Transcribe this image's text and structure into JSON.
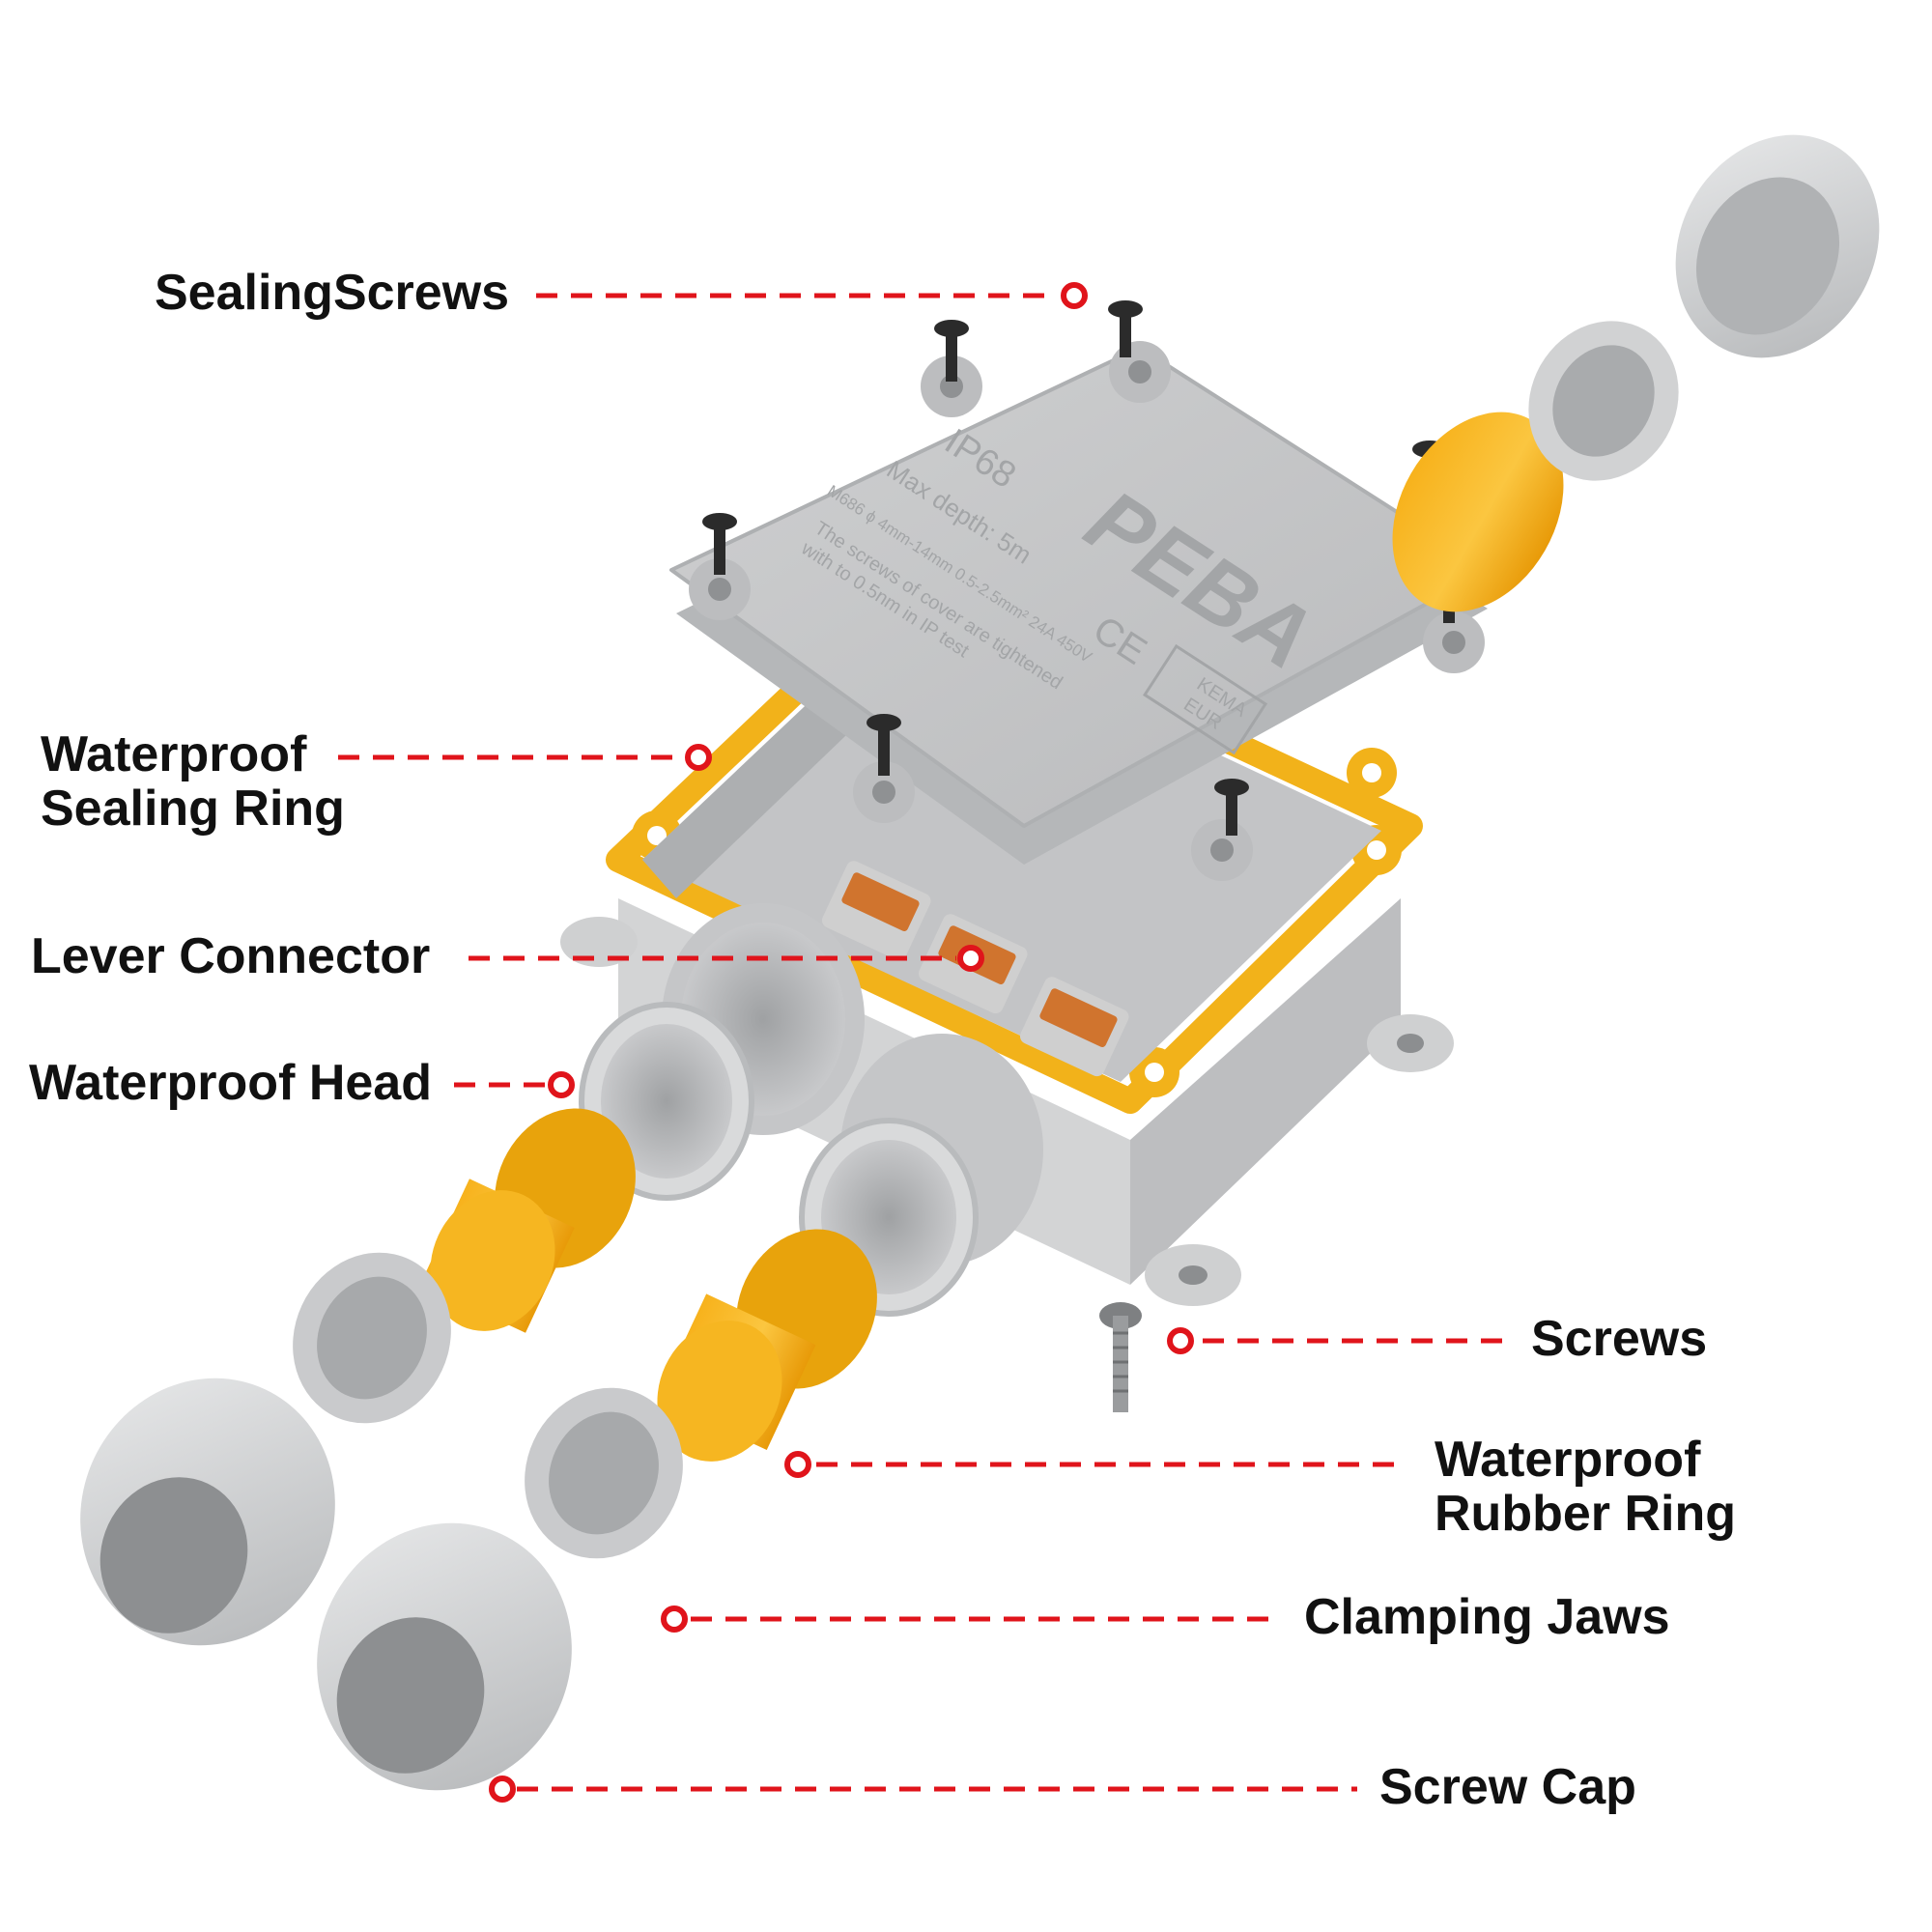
{
  "labels": {
    "sealing_screws": "SealingScrews",
    "sealing_ring_1": "Waterproof",
    "sealing_ring_2": "Sealing Ring",
    "lever_connector": "Lever Connector",
    "waterproof_head": "Waterproof Head",
    "screws": "Screws",
    "rubber_ring_1": "Waterproof",
    "rubber_ring_2": "Rubber Ring",
    "clamping_jaws": "Clamping Jaws",
    "screw_cap": "Screw Cap"
  },
  "lid_text": {
    "brand": "PEBA",
    "rating": "IP68",
    "depth": "Max depth: 5m",
    "spec": "M686   ϕ 4mm-14mm   0.5-2.5mm²   24A   450V",
    "note_1": "The screws of cover are tightened",
    "note_2": "with to 0.5nm in IP test",
    "ce": "CE",
    "kema_1": "KEMA",
    "kema_2": "EUR"
  },
  "colors": {
    "accent": "#e0141b",
    "gasket": "#f2b21a",
    "rubber": "#f4aa10",
    "body": "#d8d9da",
    "lid": "#c9cacb",
    "dark": "#2a2a2a"
  }
}
